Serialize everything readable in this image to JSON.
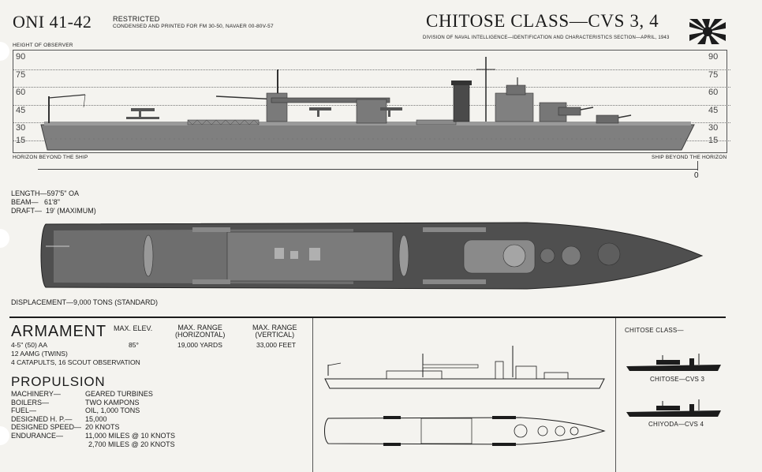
{
  "header": {
    "code": "ONI 41-42",
    "restricted": "RESTRICTED",
    "restricted_note": "CONDENSED AND PRINTED FOR FM 30-50, NAVAER 00-80V-57",
    "title": "CHITOSE CLASS—CVS 3, 4",
    "subtitle": "DIVISION OF NAVAL INTELLIGENCE—IDENTIFICATION AND CHARACTERISTICS SECTION—APRIL, 1943"
  },
  "profile": {
    "height_label": "HEIGHT OF OBSERVER",
    "heights": [
      "90",
      "75",
      "60",
      "45",
      "30",
      "15"
    ],
    "horizon_left": "HORIZON BEYOND THE SHIP",
    "horizon_right": "SHIP BEYOND THE HORIZON",
    "zero": "0"
  },
  "dimensions": {
    "length": "LENGTH—597'5\" OA",
    "beam": "BEAM—   61'8\"",
    "draft": "DRAFT—  19' (MAXIMUM)"
  },
  "displacement": "DISPLACEMENT—9,000 TONS (STANDARD)",
  "armament": {
    "title": "ARMAMENT",
    "col_elev": "MAX. ELEV.",
    "col_hrange": "MAX. RANGE\n(HORIZONTAL)",
    "col_vrange": "MAX. RANGE\n(VERTICAL)",
    "row1_name": "4-5\" (50) AA",
    "row1_elev": "85°",
    "row1_hrange": "19,000 YARDS",
    "row1_vrange": "33,000 FEET",
    "row2": "12 AAMG (TWINS)",
    "row3": "4 CATAPULTS, 16 SCOUT OBSERVATION"
  },
  "propulsion": {
    "title": "PROPULSION",
    "items": [
      {
        "label": "MACHINERY—",
        "value": "GEARED TURBINES"
      },
      {
        "label": "BOILERS—",
        "value": "TWO KAMPONS"
      },
      {
        "label": "FUEL—",
        "value": "OIL, 1,000 TONS"
      },
      {
        "label": "DESIGNED H. P.—",
        "value": "15,000"
      },
      {
        "label": "DESIGNED SPEED—",
        "value": "20 KNOTS"
      },
      {
        "label": "ENDURANCE—",
        "value": "11,000 MILES @ 10 KNOTS"
      },
      {
        "label": "",
        "value": "2,700 MILES @ 20 KNOTS"
      }
    ]
  },
  "class_panel": {
    "title": "CHITOSE CLASS—",
    "ship1": "CHITOSE—CVS 3",
    "ship2": "CHIYODA—CVS 4"
  },
  "colors": {
    "paper": "#f4f3ef",
    "hull": "#7f7f7f",
    "deck": "#5d5d5d",
    "ink": "#1c1c1c"
  }
}
